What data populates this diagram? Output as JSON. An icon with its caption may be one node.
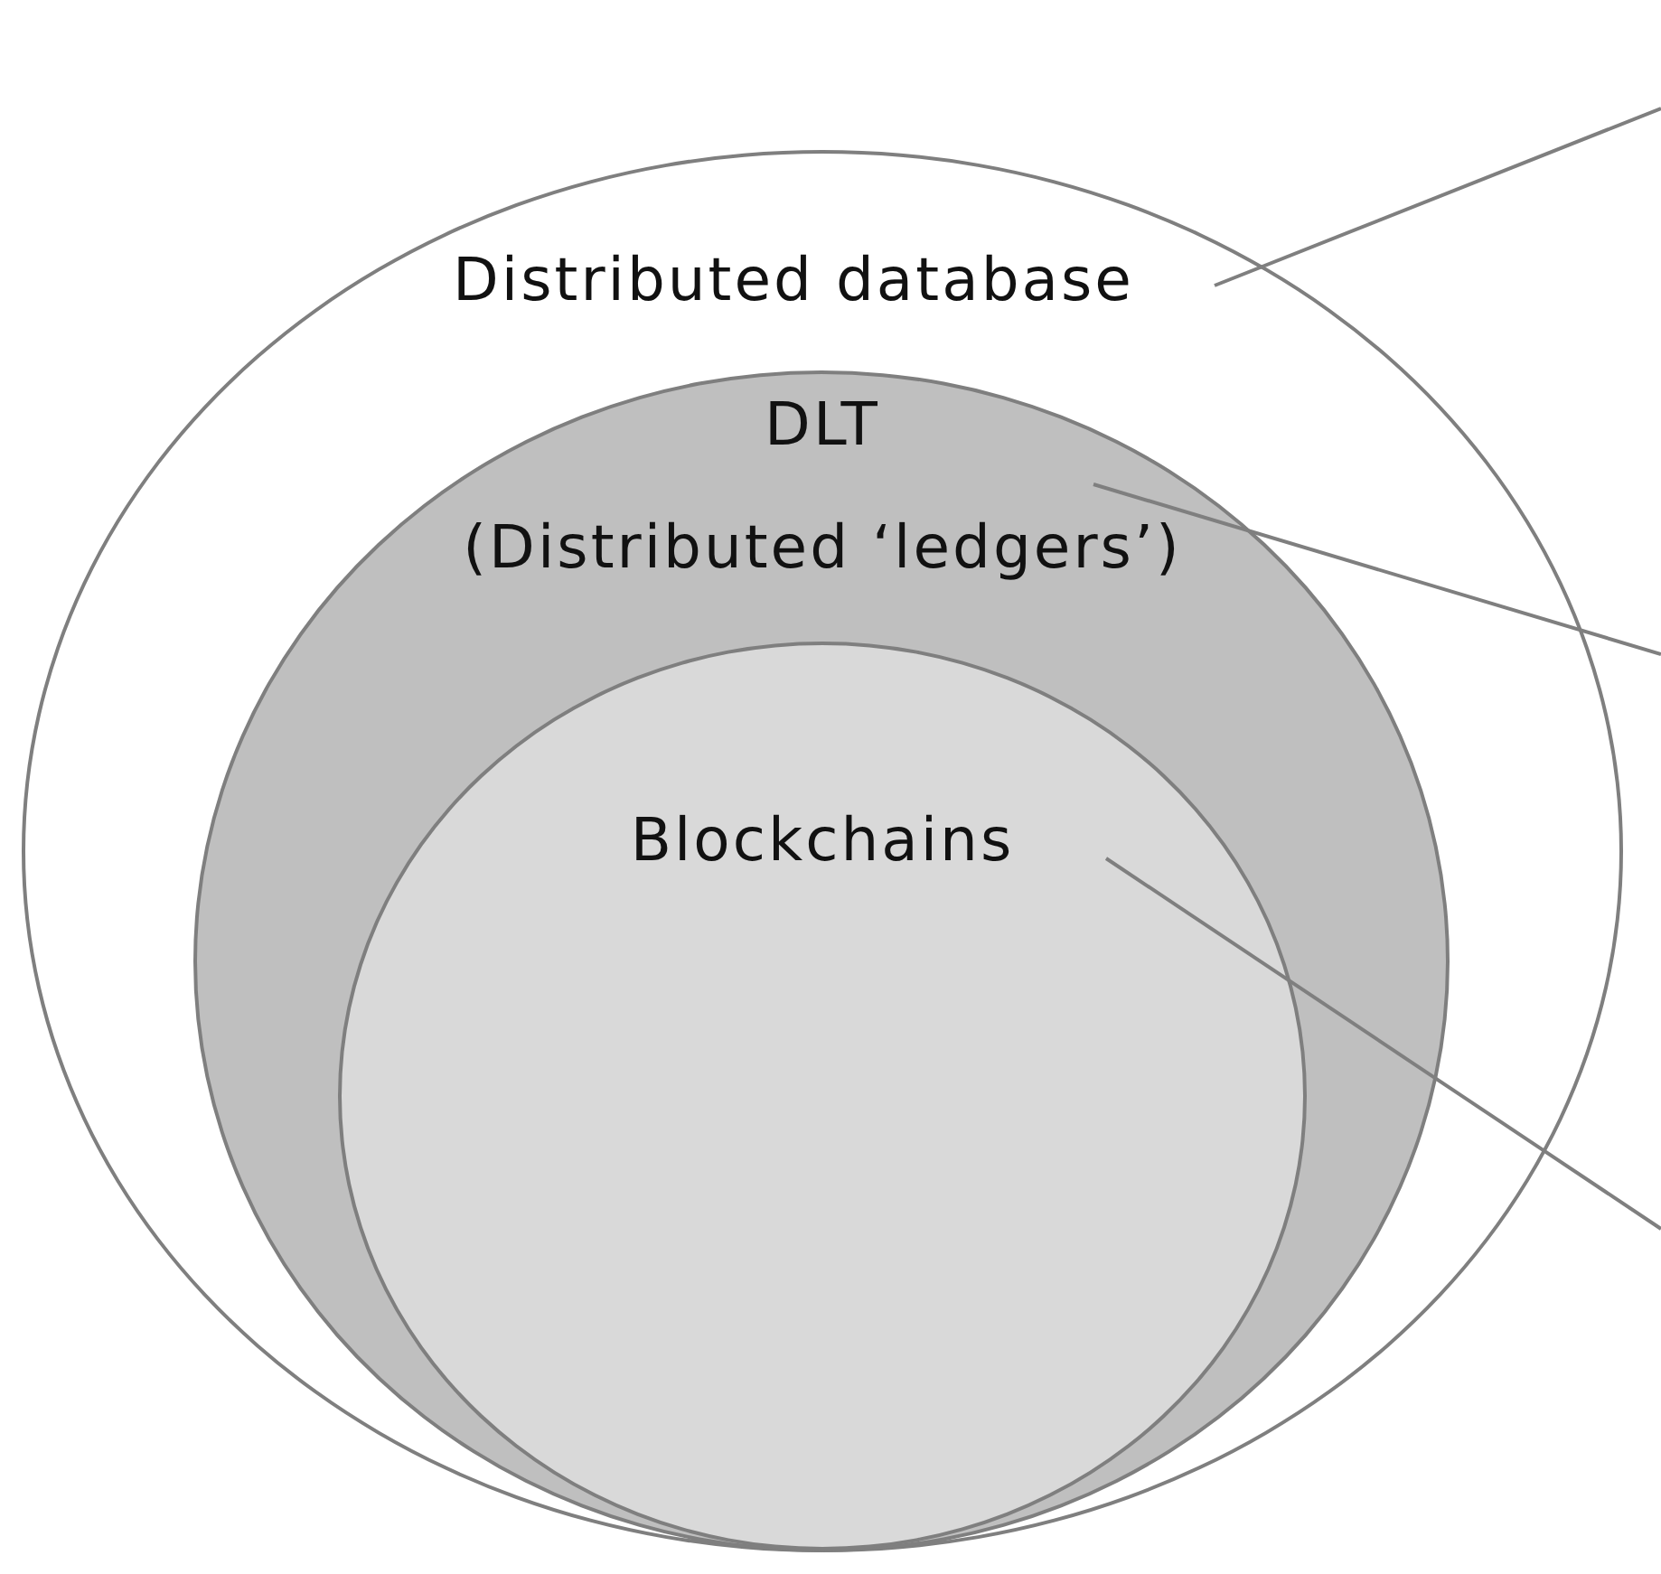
{
  "diagram": {
    "nodes": [
      {
        "text": [
          "Distributed database"
        ]
      },
      {
        "text": [
          "DLT",
          "(Distributed ‘ledgers’)"
        ],
        "in": 0
      },
      {
        "text": [
          "Blockchains"
        ],
        "in": 1
      }
    ],
    "edges": [
      {
        "from": 0,
        "to": null,
        "arrow": "none"
      },
      {
        "from": 1,
        "to": null,
        "arrow": "none"
      },
      {
        "from": 2,
        "to": null,
        "arrow": "none"
      }
    ]
  }
}
